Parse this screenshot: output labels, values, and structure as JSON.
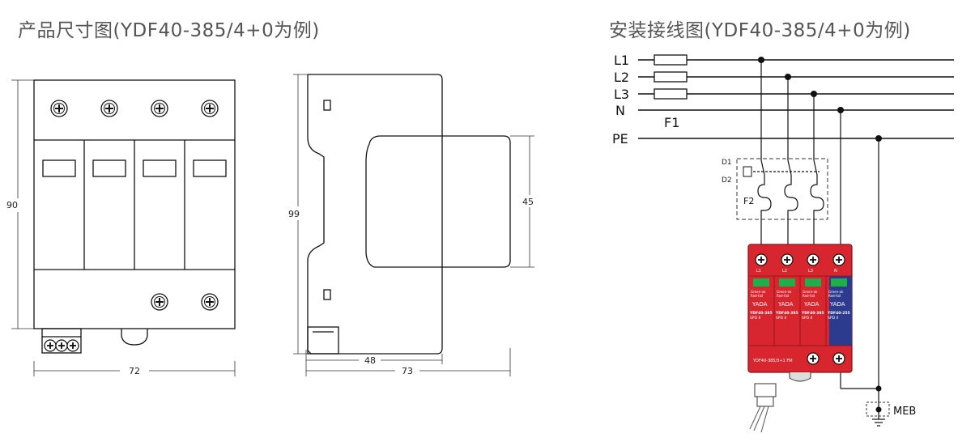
{
  "titles": {
    "dimensions": "产品尺寸图(YDF40-385/4+0为例)",
    "wiring": "安装接线图(YDF40-385/4+0为例)"
  },
  "front_view": {
    "height": "90",
    "width": "72"
  },
  "side_view": {
    "height": "99",
    "depth_inner": "48",
    "depth_total": "73",
    "front_height": "45"
  },
  "wiring": {
    "lines": [
      "L1",
      "L2",
      "L3",
      "N",
      "PE"
    ],
    "fuse_label": "F1",
    "breaker_label": "F2",
    "d1": "D1",
    "d2": "D2",
    "meb": "MEB",
    "modules": [
      {
        "terminal": "L1",
        "status": "Green-ok\nRed-fail",
        "brand": "YADA",
        "model": "YDF40-385",
        "spd": "SPD",
        "cls": "II"
      },
      {
        "terminal": "L2",
        "status": "Green-ok\nRed-fail",
        "brand": "YADA",
        "model": "YDF40-385",
        "spd": "SPD",
        "cls": "II"
      },
      {
        "terminal": "L3",
        "status": "Green-ok\nRed-fail",
        "brand": "YADA",
        "model": "YDF40-385",
        "spd": "SPD",
        "cls": "II"
      },
      {
        "terminal": "N",
        "status": "Green-ok\nRed-fail",
        "brand": "YADA",
        "model": "YDF40-255",
        "spd": "SPD",
        "cls": "II"
      }
    ],
    "base_model": "YDF40-385/3+1 FM"
  },
  "colors": {
    "module_red": "#d8262f",
    "module_blue": "#2d3b8f",
    "indicator_green": "#1fae4a"
  }
}
